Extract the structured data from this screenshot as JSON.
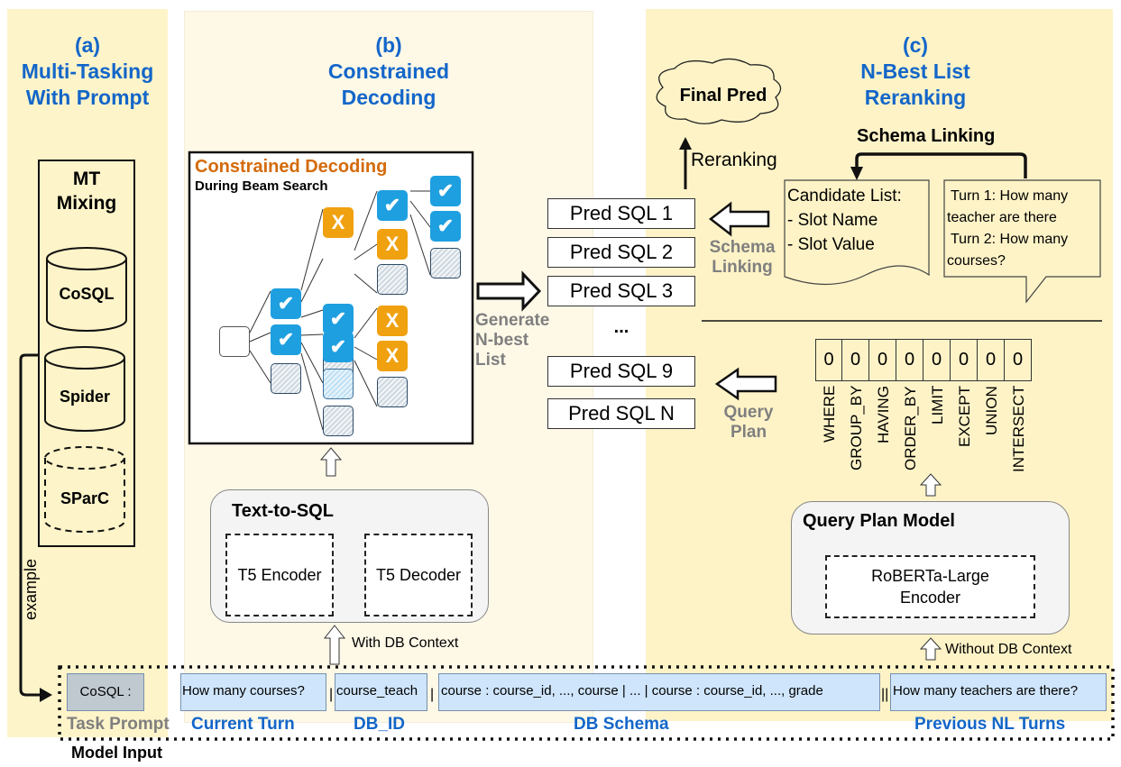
{
  "panels": {
    "a": {
      "letter": "(a)",
      "line1": "Multi-Tasking",
      "line2": "With Prompt"
    },
    "b": {
      "letter": "(b)",
      "line1": "Constrained",
      "line2": "Decoding"
    },
    "c": {
      "letter": "(c)",
      "line1": "N-Best List",
      "line2": "Reranking"
    }
  },
  "mt_mixing": {
    "title_line1": "MT",
    "title_line2": "Mixing",
    "datasets": [
      {
        "name": "CoSQL",
        "style": "solid"
      },
      {
        "name": "Spider",
        "style": "solid"
      },
      {
        "name": "SParC",
        "style": "dashed"
      }
    ],
    "example_label": "example"
  },
  "beam_search": {
    "title": "Constrained Decoding",
    "subtitle": "During Beam Search",
    "node_legend": {
      "valid": "✔",
      "invalid": "X"
    }
  },
  "text_to_sql": {
    "title": "Text-to-SQL",
    "encoder": "T5 Encoder",
    "decoder": "T5 Decoder",
    "context_label": "With DB Context"
  },
  "generate_label": [
    "Generate",
    "N-best",
    "List"
  ],
  "pred_sql": [
    "Pred SQL 1",
    "Pred SQL 2",
    "Pred SQL 3",
    "...",
    "Pred SQL 9",
    "Pred SQL N"
  ],
  "reranking": {
    "final_pred": "Final Pred",
    "reranking_label": "Reranking",
    "schema_linking_title": "Schema Linking",
    "schema_linking_side": [
      "Schema",
      "Linking"
    ],
    "candidate_list": [
      "Candidate List:",
      "- Slot Name",
      "- Slot Value"
    ],
    "turns": [
      "Turn 1: How many",
      "teacher are there",
      "Turn 2: How many",
      "courses?"
    ],
    "query_plan_side": [
      "Query",
      "Plan"
    ]
  },
  "query_plan": {
    "values": [
      "0",
      "0",
      "0",
      "0",
      "0",
      "0",
      "0",
      "0"
    ],
    "clauses": [
      "WHERE",
      "GROUP_BY",
      "HAVING",
      "ORDER_BY",
      "LIMIT",
      "EXCEPT",
      "UNION",
      "INTERSECT"
    ],
    "model_title": "Query Plan Model",
    "encoder_line1": "RoBERTa-Large",
    "encoder_line2": "Encoder",
    "context_label": "Without DB Context"
  },
  "model_input": {
    "title": "Model Input",
    "task_prompt": {
      "text": "CoSQL :",
      "label": "Task Prompt"
    },
    "current_turn": {
      "text": "How many courses?",
      "label": "Current Turn"
    },
    "db_id": {
      "text": "course_teach",
      "label": "DB_ID"
    },
    "db_schema": {
      "text": "course : course_id, ..., course | ... | course : course_id, ..., grade",
      "label": "DB Schema"
    },
    "previous_turns": {
      "text": "How many teachers are there?",
      "label": "Previous NL Turns"
    },
    "separator": "|",
    "double_separator": "||"
  },
  "colors": {
    "title_blue": "#1366c9",
    "check_blue": "#1e9fe0",
    "cross_orange": "#f0a10f",
    "constrained_orange": "#d46a0a",
    "input_blue": "#cfe5fb",
    "task_grey": "#c0c8d0",
    "label_grey": "#7f7f7f"
  }
}
